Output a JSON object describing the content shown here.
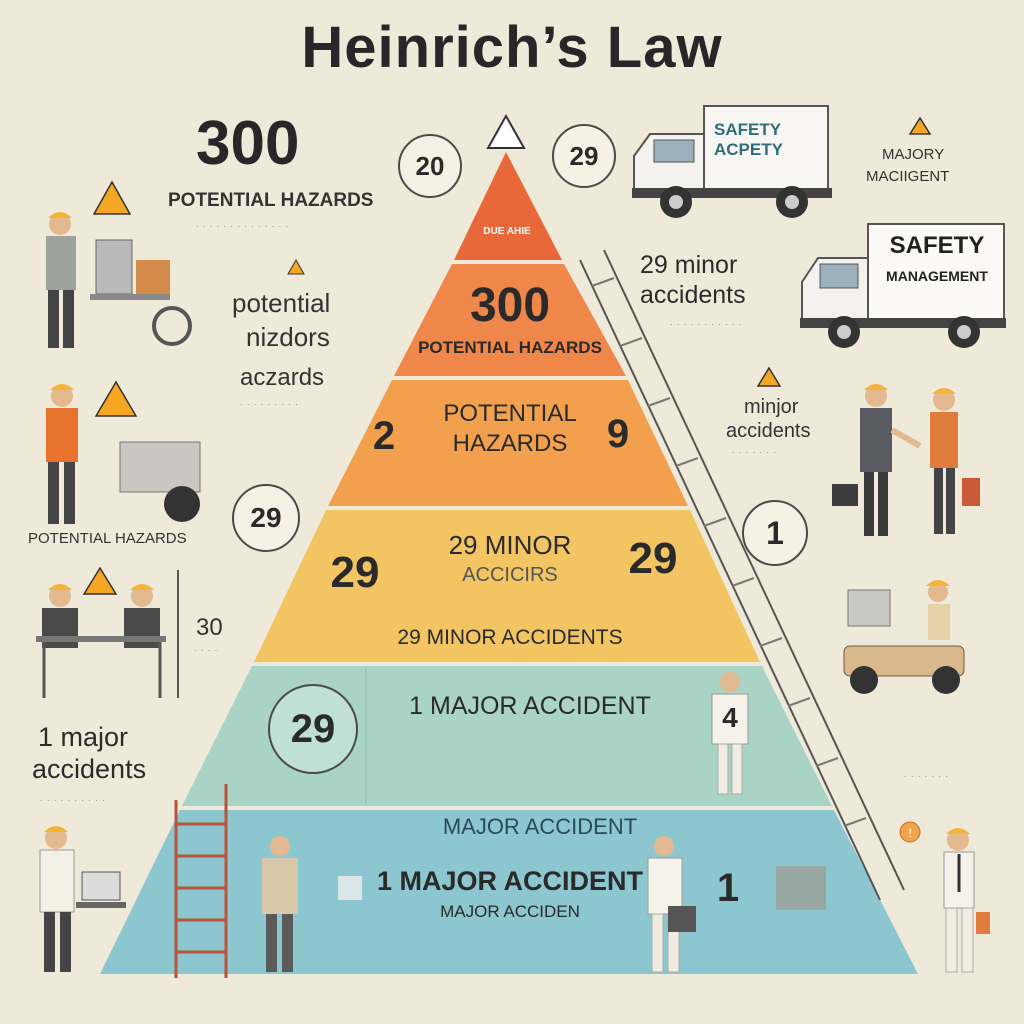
{
  "title": "Heinrich’s Law",
  "top_left": {
    "number": "300",
    "label": "POTENTIAL HAZARDS"
  },
  "top_circles": [
    "20",
    "29"
  ],
  "truck_top": {
    "sign": "SAFETY ACPETY"
  },
  "truck_right": {
    "sign_line1": "SAFETY",
    "sign_line2": "MANAGEMENT"
  },
  "right_labels": {
    "majory": "MAJORY",
    "maciigent": "MACIIGENT",
    "minor_accidents": "29 minor accidents",
    "minjor": "minjor",
    "accidents": "accidents",
    "circle_one": "1"
  },
  "left_labels": {
    "potential": "potential",
    "nizdors": "nizdors",
    "aczards": "aczards",
    "circle_29": "29",
    "potential_hazards": "POTENTIAL HAZARDS",
    "thirty": "30",
    "major_line1": "1 major",
    "major_line2": "accidents"
  },
  "pyramid": {
    "apex_label": "DUE AHIE",
    "tier1": {
      "number": "300",
      "label": "POTENTIAL HAZARDS"
    },
    "tier2": {
      "left": "2",
      "line1": "POTENTIAL",
      "line2": "HAZARDS",
      "right": "9"
    },
    "tier3": {
      "left": "29",
      "line1": "29 MINOR",
      "line2": "ACCICIRS",
      "right": "29",
      "bottom": "29 MINOR ACCIDENTS"
    },
    "tier4": {
      "circle": "29",
      "label": "1 MAJOR ACCIDENT",
      "badge": "4"
    },
    "tier5": {
      "heading": "MAJOR ACCIDENT",
      "line1": "1 MAJOR ACCIDENT",
      "line2": "MAJOR ACCIDEN",
      "right": "1"
    }
  },
  "colors": {
    "tier_apex": "#e9683a",
    "tier1": "#f0874a",
    "tier2": "#f2a04e",
    "tier3": "#f2c462",
    "tier4": "#a9d3c4",
    "tier5": "#8cc6cf"
  }
}
